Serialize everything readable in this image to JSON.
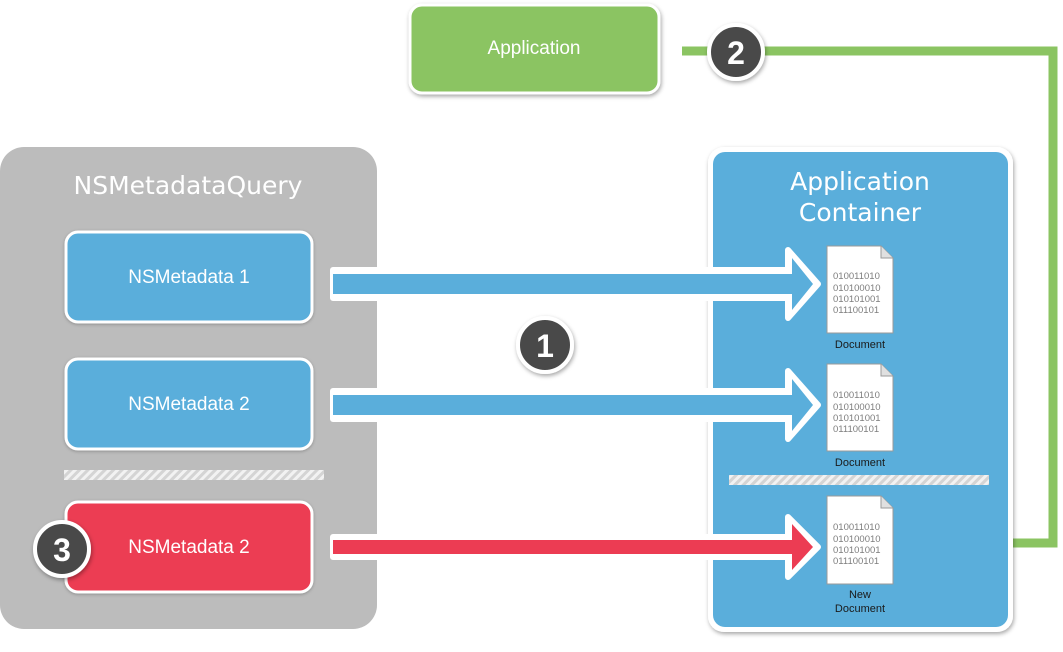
{
  "application": {
    "label": "Application"
  },
  "query_panel": {
    "title": "NSMetadataQuery",
    "items": [
      {
        "label": "NSMetadata 1"
      },
      {
        "label": "NSMetadata 2"
      },
      {
        "label": "NSMetadata 2"
      }
    ]
  },
  "container_panel": {
    "title_line1": "Application",
    "title_line2": "Container",
    "documents": [
      {
        "bits": [
          "010011010",
          "010100010",
          "010101001",
          "011100101"
        ],
        "caption": [
          "Document"
        ]
      },
      {
        "bits": [
          "010011010",
          "010100010",
          "010101001",
          "011100101"
        ],
        "caption": [
          "Document"
        ]
      },
      {
        "bits": [
          "010011010",
          "010100010",
          "010101001",
          "011100101"
        ],
        "caption": [
          "New",
          "Document"
        ]
      }
    ]
  },
  "badges": {
    "one": "1",
    "two": "2",
    "three": "3"
  },
  "colors": {
    "blue": "#5aaedb",
    "green": "#8bc462",
    "red": "#ec3c53",
    "gray_panel": "#bcbcbc",
    "badge": "#4a4a4a"
  }
}
